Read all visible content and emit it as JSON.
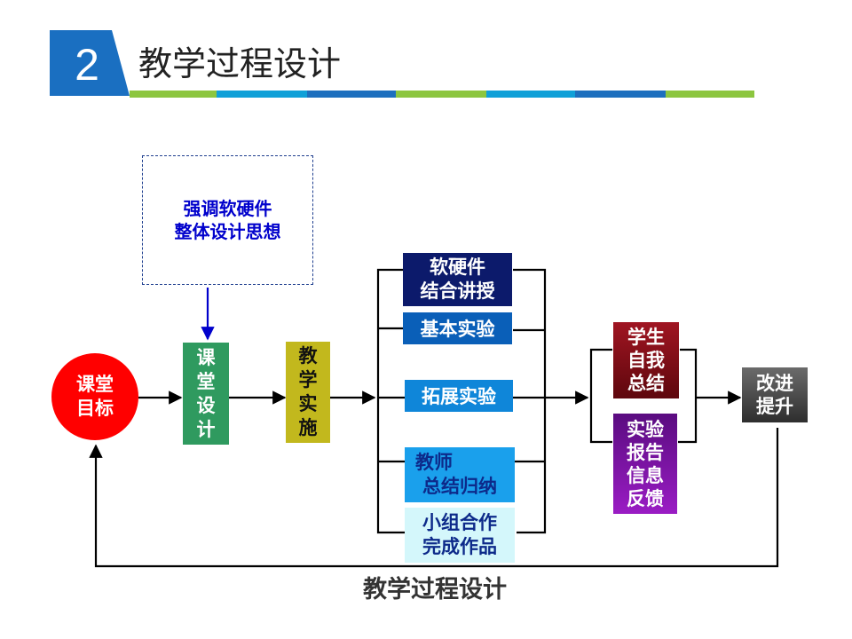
{
  "header": {
    "number": "2",
    "title": "教学过程设计",
    "colors": {
      "number_bg": "#1a6fc1",
      "stripe_colors": [
        "#8cc63f",
        "#0fa0d8",
        "#1d6fbe",
        "#8cc63f",
        "#0fa0d8",
        "#1d6fbe",
        "#8cc63f"
      ]
    }
  },
  "diagram": {
    "note": {
      "line1": "强调软硬件",
      "line2": "整体设计思想",
      "color": "#0000cc"
    },
    "nodes": {
      "goal": {
        "text1": "课堂",
        "text2": "目标",
        "color": "#ff0000"
      },
      "design": {
        "text": "课堂设计",
        "color": "#2f9a5f"
      },
      "implement": {
        "text": "教学实施",
        "color": "#c2b81d"
      },
      "lecture": {
        "line1": "软硬件",
        "line2": "结合讲授",
        "color": "#0c1a6b"
      },
      "basic": {
        "text": "基本实验",
        "color": "#0a5fb8"
      },
      "extended": {
        "text": "拓展实验",
        "color": "#0f86d9"
      },
      "teacher": {
        "line1": "教师",
        "line2": "总结归纳",
        "color": "#1aa0ec"
      },
      "group": {
        "line1": "小组合作",
        "line2": "完成作品",
        "color": "#d4f7fb"
      },
      "self_summary": {
        "line1": "学生",
        "line2": "自我",
        "line3": "总结",
        "color": "#6b0810"
      },
      "report": {
        "line1": "实验",
        "line2": "报告",
        "line3": "信息",
        "line4": "反馈",
        "color": "#7b0fa0"
      },
      "improve": {
        "line1": "改进",
        "line2": "提升",
        "color": "#3d3d3d"
      }
    },
    "caption": "教学过程设计"
  }
}
